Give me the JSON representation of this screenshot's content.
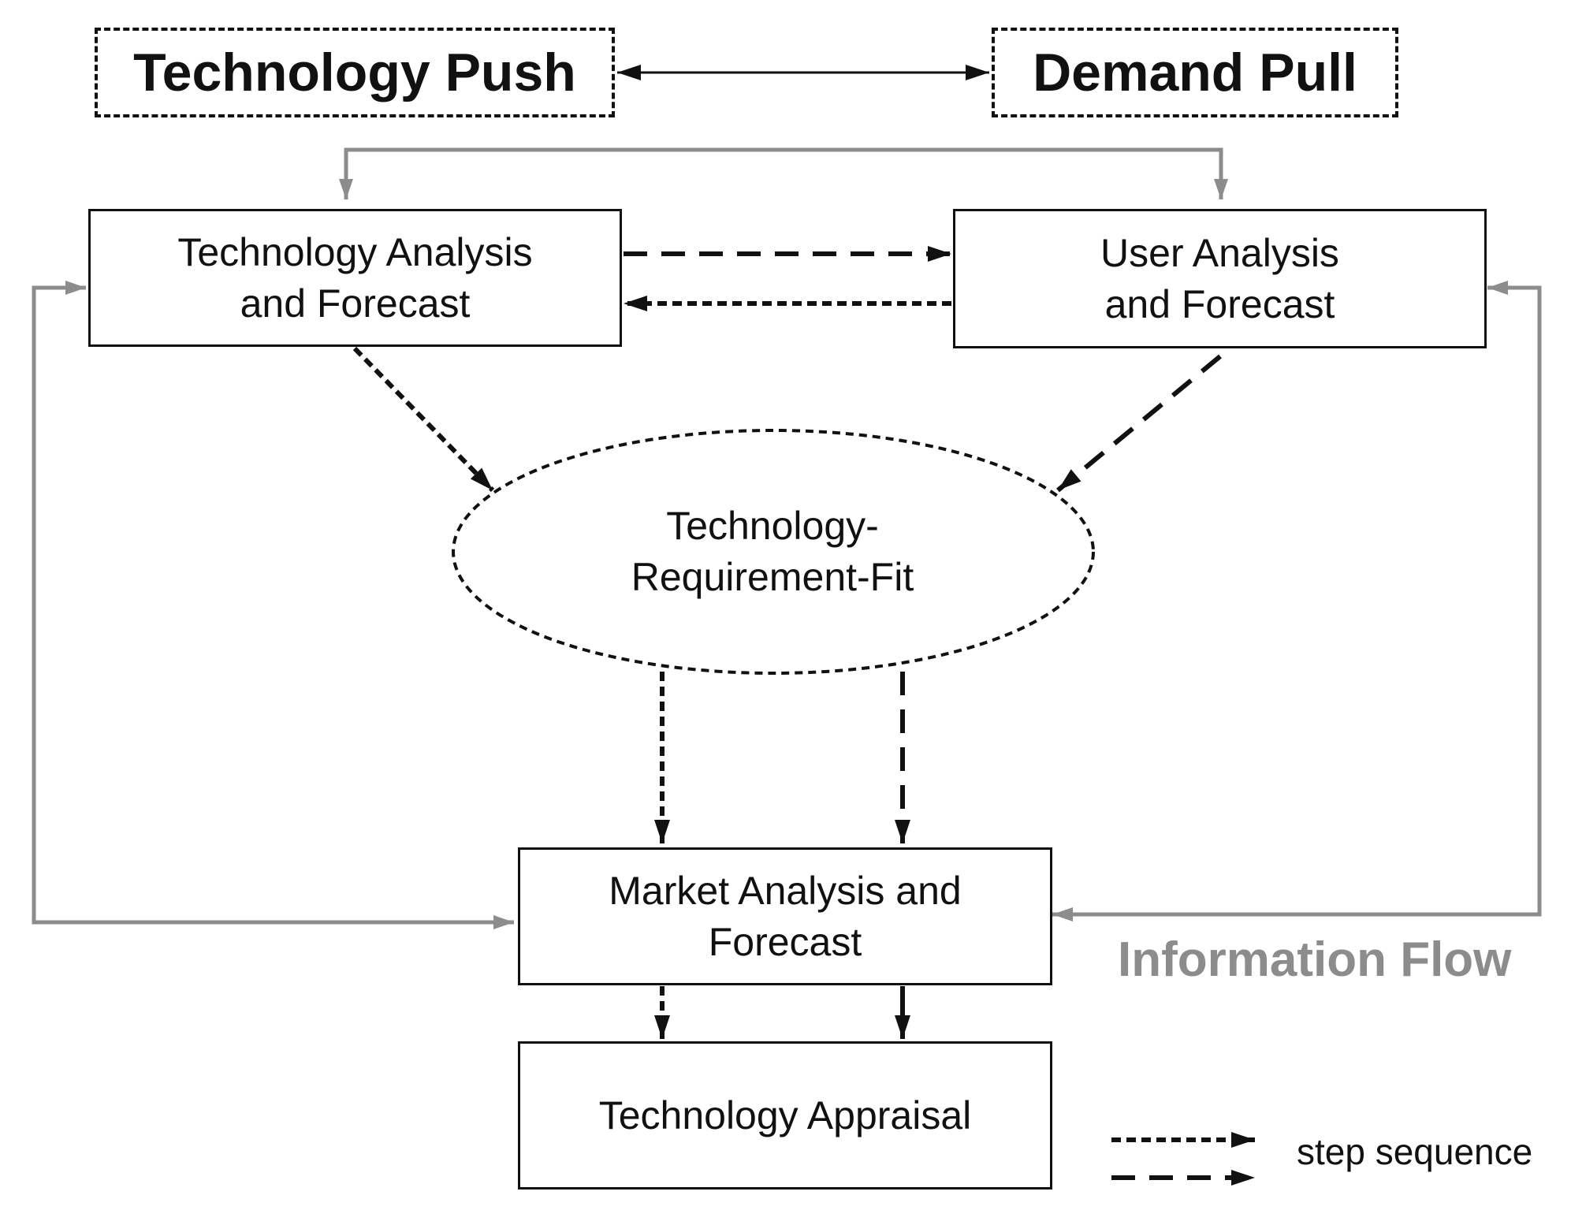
{
  "diagram": {
    "top": {
      "push": "Technology  Push",
      "pull": "Demand Pull"
    },
    "nodes": {
      "tech_analysis": "Technology Analysis\nand Forecast",
      "user_analysis": "User Analysis\nand Forecast",
      "fit": "Technology-\nRequirement-Fit",
      "market": "Market Analysis and\nForecast",
      "appraisal": "Technology Appraisal"
    },
    "information_flow_label": "Information Flow",
    "legend": {
      "label": "step sequence"
    },
    "colors": {
      "line": "#111111",
      "info_flow": "#8c8c8c"
    }
  }
}
